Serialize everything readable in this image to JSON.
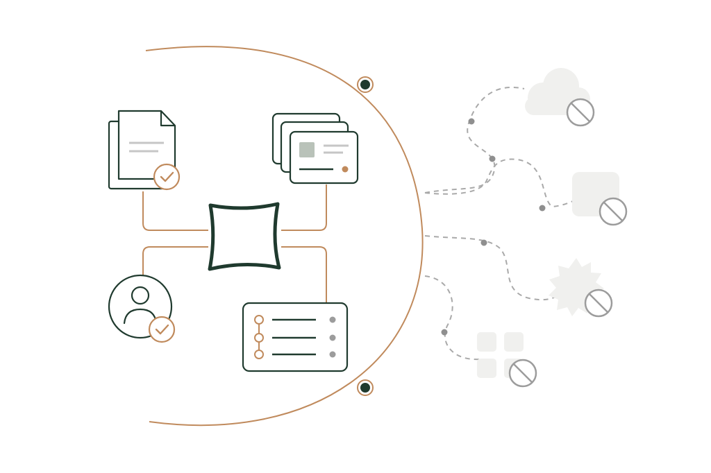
{
  "colors": {
    "background": "#ffffff",
    "dark_green": "#1f3a2e",
    "copper": "#c08a5c",
    "dash_gray": "#a9a9a9",
    "dot_gray": "#8f8f8f",
    "shape_fill": "#f0f0ee",
    "block_gray": "#9c9c9c",
    "card_swatch": "#b9c2b9",
    "line_gray": "#c6c6c6"
  },
  "hub": {
    "icon": "rounded-square-icon"
  },
  "inside_nodes": [
    {
      "id": "documents",
      "icon": "document-stack-icon",
      "badge": "check-badge-icon"
    },
    {
      "id": "cards",
      "icon": "card-stack-icon",
      "badge": "none"
    },
    {
      "id": "user",
      "icon": "user-profile-icon",
      "badge": "check-badge-icon"
    },
    {
      "id": "list",
      "icon": "list-panel-icon",
      "badge": "none"
    }
  ],
  "outside_nodes": [
    {
      "id": "cloud",
      "icon": "cloud-icon",
      "status": "blocked-icon"
    },
    {
      "id": "square",
      "icon": "square-icon",
      "status": "blocked-icon"
    },
    {
      "id": "burst",
      "icon": "burst-icon",
      "status": "blocked-icon"
    },
    {
      "id": "grid",
      "icon": "grid-icon",
      "status": "blocked-icon"
    }
  ],
  "boundary": {
    "icon": "boundary-arc",
    "markers": [
      "boundary-dot-icon",
      "boundary-dot-icon"
    ]
  }
}
